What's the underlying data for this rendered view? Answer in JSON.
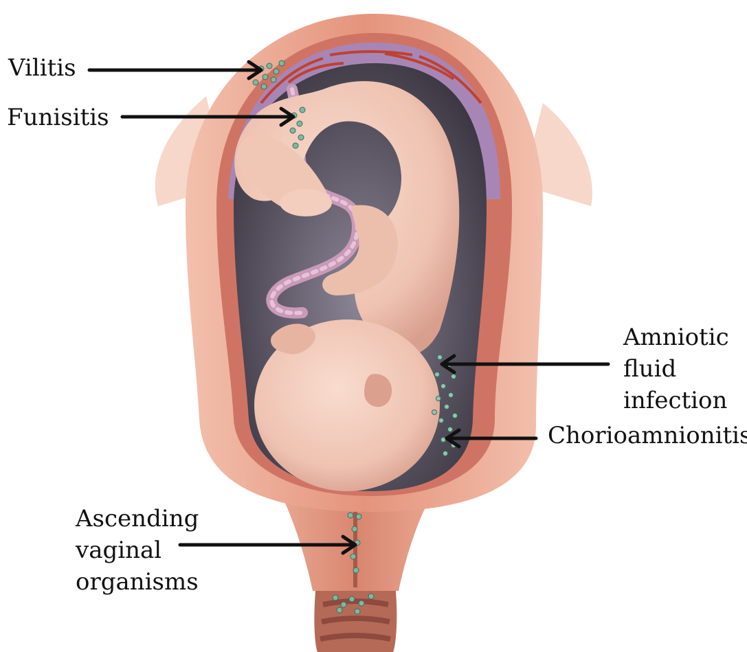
{
  "colors": {
    "uterus_outer": "#e8a58f",
    "uterus_wall": "#d9826b",
    "uterus_inner": "#c9695a",
    "membrane": "#b9a7c9",
    "amniotic_cavity": "#5c5566",
    "fetus_skin": "#f2c9b8",
    "fetus_shadow": "#d79f8e",
    "cord": "#c99ab8",
    "bacteria": "#7fb8a0",
    "arrow": "#111111"
  },
  "labels": {
    "vilitis": "Vilitis",
    "funisitis": "Funisitis",
    "amniotic_fluid_infection": [
      "Amniotic",
      "fluid",
      "infection"
    ],
    "chorioamnionitis": "Chorioamnionitis",
    "ascending_vaginal_organisms": [
      "Ascending",
      "vaginal",
      "organisms"
    ]
  },
  "icons": {
    "arrow": "left-right-pointer-arrow",
    "bacteria": "green-dot-cluster"
  }
}
